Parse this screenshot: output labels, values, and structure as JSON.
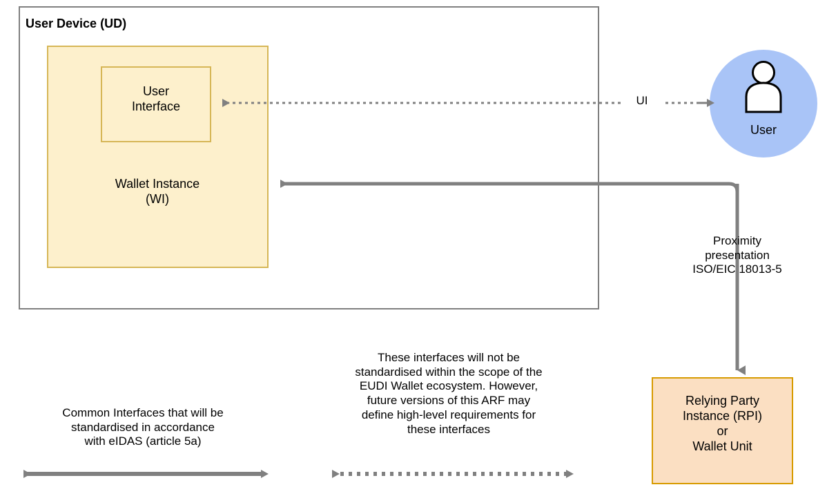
{
  "diagram": {
    "title_visible": false,
    "colors": {
      "container_border": "#7f7f7f",
      "wallet_fill": "#fdf0cc",
      "wallet_border": "#d6b656",
      "user_circle": "#a9c4f7",
      "rpi_fill": "#fbdfc2",
      "rpi_border": "#d79b00",
      "connector": "#808080",
      "text": "#000000"
    }
  },
  "user_device": {
    "title": "User Device (UD)"
  },
  "wallet_instance": {
    "label": "Wallet Instance\n(WI)"
  },
  "user_interface": {
    "label": "User\nInterface"
  },
  "user_actor": {
    "label": "User",
    "icon": "person-icon"
  },
  "relying_party": {
    "label": "Relying Party\nInstance (RPI)\nor\nWallet Unit"
  },
  "edges": {
    "ui_label": "UI",
    "proximity_label": "Proximity\npresentation\nISO/EIC 18013-5"
  },
  "legend": {
    "left_text": "Common Interfaces that will be\nstandardised in accordance\nwith eIDAS (article 5a)",
    "middle_text": "These interfaces will not be\nstandardised within the scope of the\nEUDI Wallet ecosystem. However,\nfuture versions of this ARF may\ndefine high-level requirements for\nthese interfaces"
  }
}
